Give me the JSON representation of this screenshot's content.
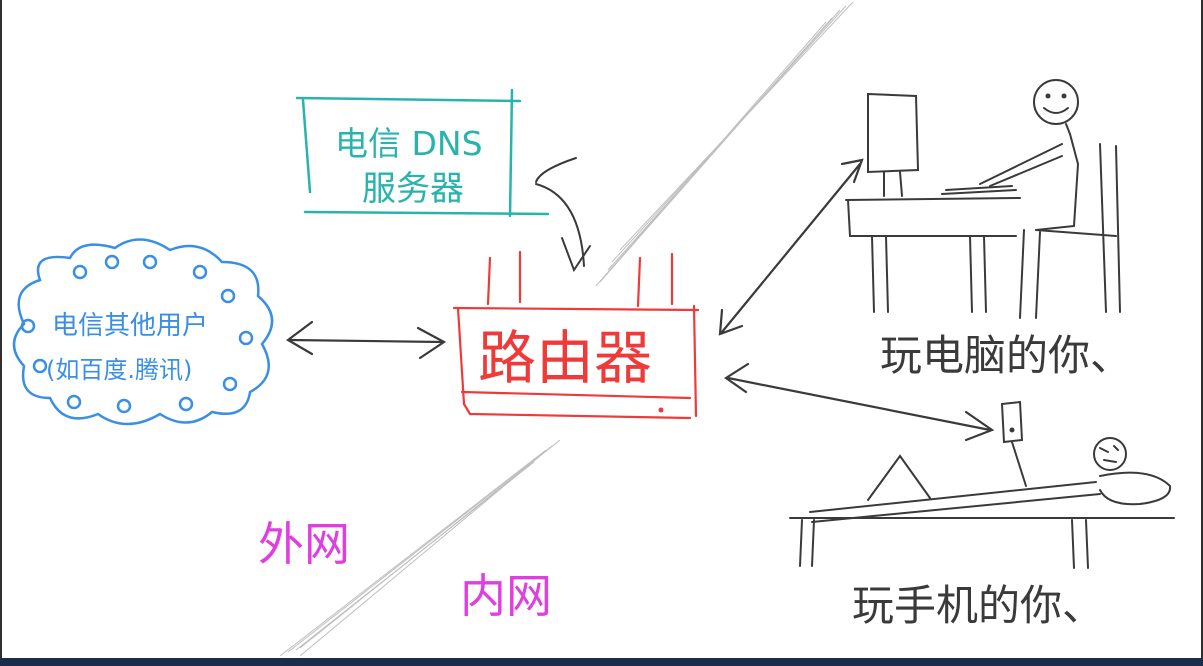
{
  "labels": {
    "dns_line1": "电信 DNS",
    "dns_line2": "服务器",
    "other_users_line1": "电信其他用户",
    "other_users_line2": "(如百度.腾讯)",
    "router": "路由器",
    "pc_user": "玩电脑的你、",
    "phone_user": "玩手机的你、",
    "outer_net": "外网",
    "inner_net": "内网"
  },
  "colors": {
    "dns": "#29b3ad",
    "cloud": "#3b8fe3",
    "router": "#ef3a3a",
    "net_label": "#e03fe0",
    "ink": "#3a3a3a",
    "pencil": "#b8b8b8",
    "footer": "#1f2b4d"
  },
  "icons": {
    "cloud": "cloud-icon",
    "router": "router-icon",
    "computer": "computer-icon",
    "phone": "phone-icon",
    "person": "person-icon"
  }
}
